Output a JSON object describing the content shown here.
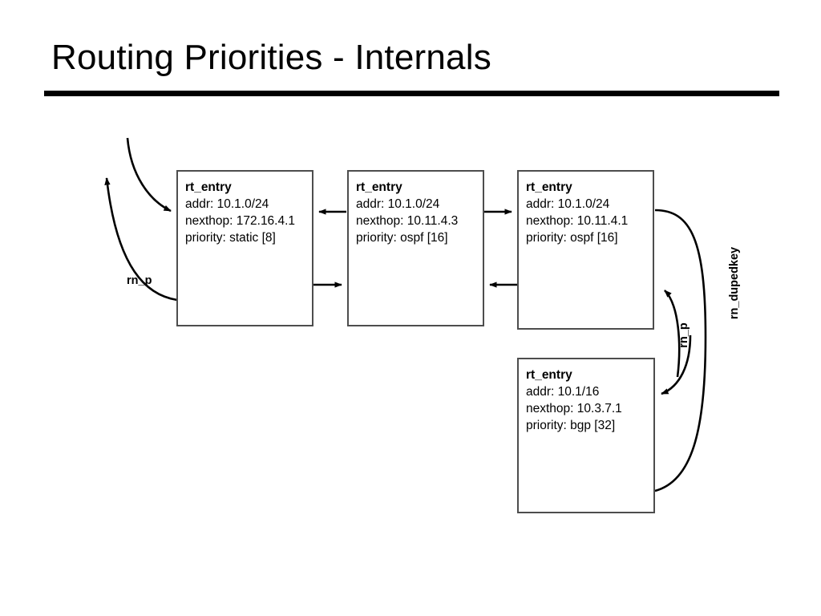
{
  "slide": {
    "title": "Routing Priorities - Internals"
  },
  "diagram": {
    "type": "pointer-structure-diagram",
    "boxes": [
      {
        "id": "box-1",
        "struct": "rt_entry",
        "fields": [
          "addr: 10.1.0/24",
          "nexthop: 172.16.4.1",
          "priority: static [8]"
        ]
      },
      {
        "id": "box-2",
        "struct": "rt_entry",
        "fields": [
          "addr: 10.1.0/24",
          "nexthop: 10.11.4.3",
          "priority: ospf [16]"
        ]
      },
      {
        "id": "box-3",
        "struct": "rt_entry",
        "fields": [
          "addr: 10.1.0/24",
          "nexthop: 10.11.4.1",
          "priority: ospf [16]"
        ]
      },
      {
        "id": "box-4",
        "struct": "rt_entry",
        "fields": [
          "addr: 10.1/16",
          "nexthop: 10.3.7.1",
          "priority: bgp [32]"
        ]
      }
    ],
    "edge_labels": {
      "rn_p_left": "rn_p",
      "rn_p_right": "rn_p",
      "rn_dupedkey": "rn_dupedkey"
    },
    "colors": {
      "box_border": "#4d4d4d",
      "edge": "#000000",
      "text": "#000000",
      "background": "#ffffff"
    }
  }
}
